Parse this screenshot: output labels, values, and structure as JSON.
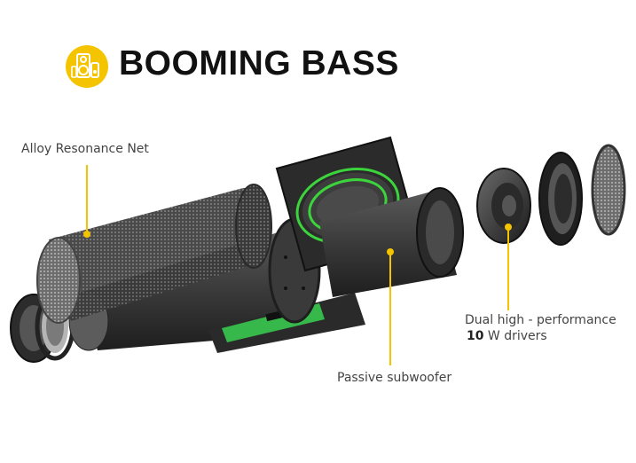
{
  "header": {
    "title": "BOOMING BASS",
    "icon": "speaker-icon",
    "accent": "#f5c400"
  },
  "callouts": {
    "alloy": "Alloy Resonance Net",
    "passive": "Passive subwoofer",
    "drivers_line1": "Dual high - performance",
    "drivers_bold": "10",
    "drivers_rest": " W drivers"
  }
}
